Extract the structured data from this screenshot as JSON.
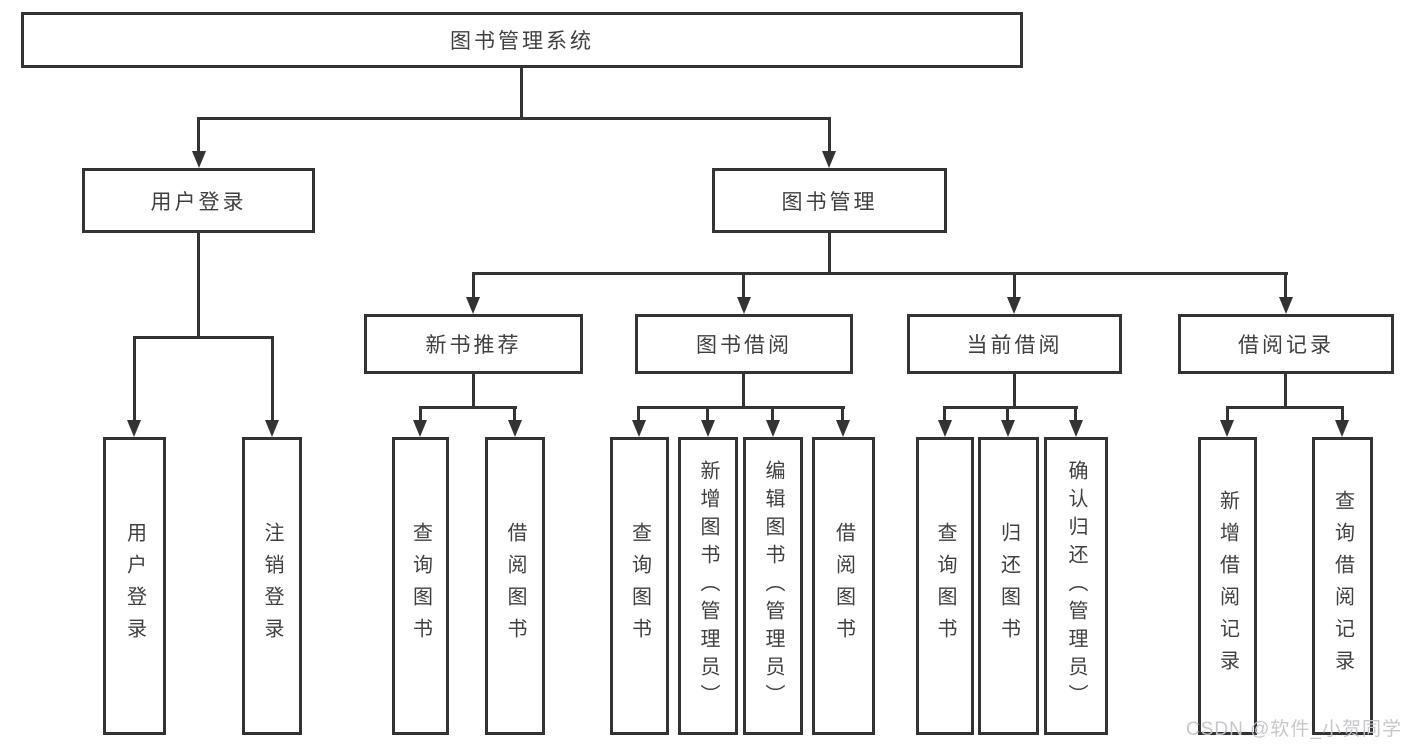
{
  "tree": {
    "label": "图书管理系统",
    "children": [
      {
        "label": "用户登录",
        "children": [
          {
            "label": "用户登录"
          },
          {
            "label": "注销登录"
          }
        ]
      },
      {
        "label": "图书管理",
        "children": [
          {
            "label": "新书推荐",
            "children": [
              {
                "label": "查询图书"
              },
              {
                "label": "借阅图书"
              }
            ]
          },
          {
            "label": "图书借阅",
            "children": [
              {
                "label": "查询图书"
              },
              {
                "label": "新增图书（管理员）"
              },
              {
                "label": "编辑图书（管理员）"
              },
              {
                "label": "借阅图书"
              }
            ]
          },
          {
            "label": "当前借阅",
            "children": [
              {
                "label": "查询图书"
              },
              {
                "label": "归还图书"
              },
              {
                "label": "确认归还（管理员）"
              }
            ]
          },
          {
            "label": "借阅记录",
            "children": [
              {
                "label": "新增借阅记录"
              },
              {
                "label": "查询借阅记录"
              }
            ]
          }
        ]
      }
    ]
  },
  "watermark": {
    "text": "CSDN @软件_小贺同学"
  },
  "colors": {
    "line": "#333333",
    "node_border": "#333333",
    "node_text": "#404040",
    "background": "#ffffff",
    "watermark_text": "#c3c5c9"
  }
}
